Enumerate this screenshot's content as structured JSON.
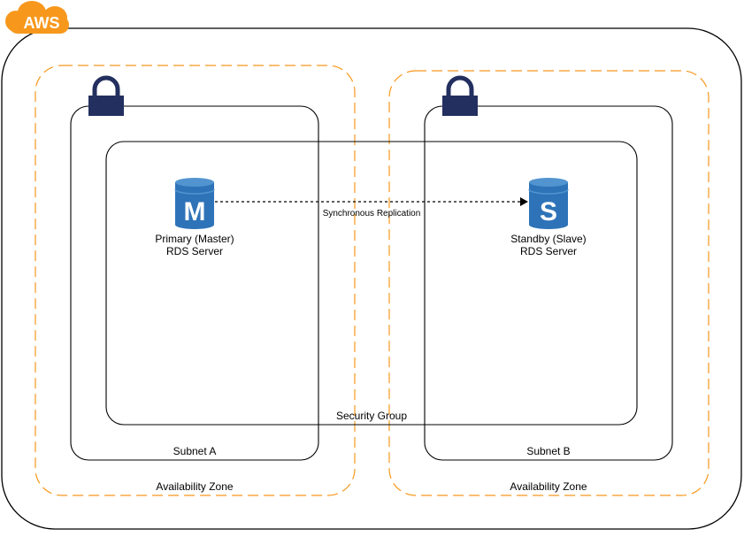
{
  "cloud": {
    "label": "AWS",
    "badge_color": "#F7981D"
  },
  "colors": {
    "az_border": "#F7981D",
    "box_border": "#000000",
    "lock": "#232F5E",
    "db_blue": "#2E73B8",
    "db_light": "#5294CF"
  },
  "availability_zones": [
    {
      "label": "Availability Zone"
    },
    {
      "label": "Availability Zone"
    }
  ],
  "subnets": [
    {
      "label": "Subnet A",
      "icon": "padlock-icon"
    },
    {
      "label": "Subnet B",
      "icon": "padlock-icon"
    }
  ],
  "security_group": {
    "label": "Security Group"
  },
  "servers": {
    "primary": {
      "letter": "M",
      "line1": "Primary (Master)",
      "line2": "RDS Server",
      "icon": "rds-database-icon"
    },
    "standby": {
      "letter": "S",
      "line1": "Standby (Slave)",
      "line2": "RDS Server",
      "icon": "rds-database-icon"
    }
  },
  "replication": {
    "label": "Synchronous Replication"
  }
}
